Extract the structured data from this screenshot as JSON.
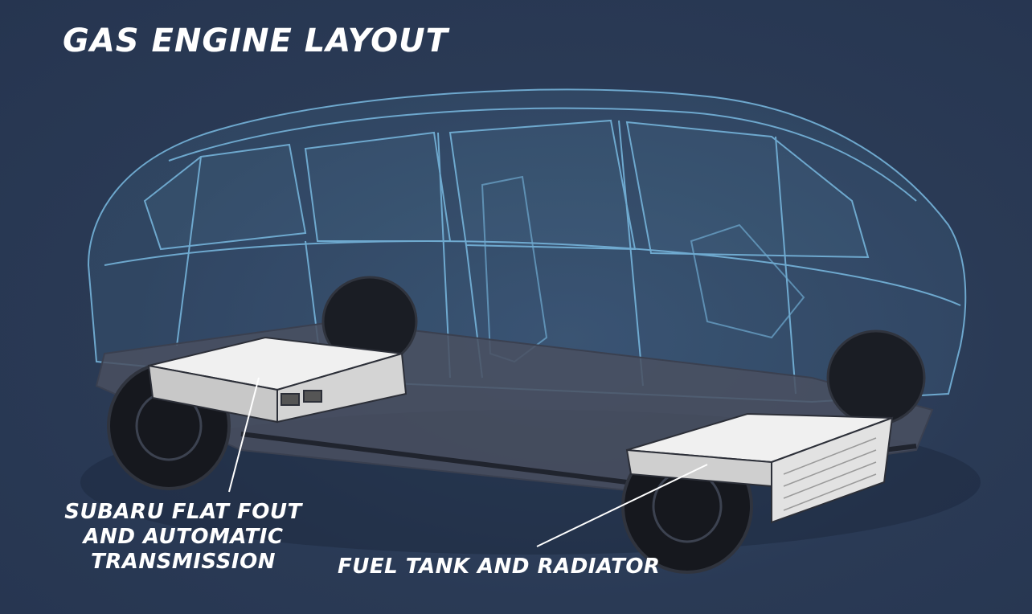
{
  "title": "GAS ENGINE LAYOUT",
  "labels": {
    "engine_line1": "SUBARU FLAT FOUT",
    "engine_line2": "AND AUTOMATIC",
    "engine_line3": "TRANSMISSION",
    "fuel_tank": "FUEL TANK AND RADIATOR"
  },
  "colors": {
    "background": "#2a3a55",
    "wireframe": "#7fc4ec",
    "component": "#e6e6e6",
    "text": "#ffffff"
  }
}
